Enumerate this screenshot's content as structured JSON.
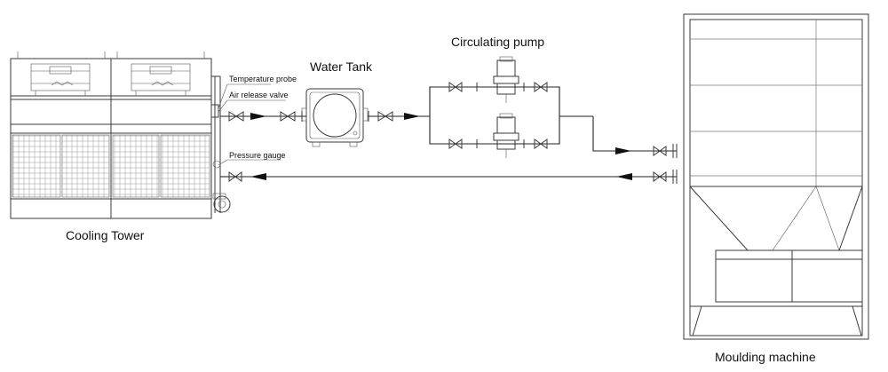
{
  "labels": {
    "cooling_tower": "Cooling Tower",
    "water_tank": "Water Tank",
    "circulating_pump": "Circulating pump",
    "moulding_machine": "Moulding machine",
    "temperature_probe": "Temperature probe",
    "air_release_valve": "Air release valve",
    "pressure_gauge": "Pressure gauge"
  },
  "colors": {
    "line": "#3a3a3a",
    "pipe": "#222222",
    "background": "#ffffff"
  }
}
